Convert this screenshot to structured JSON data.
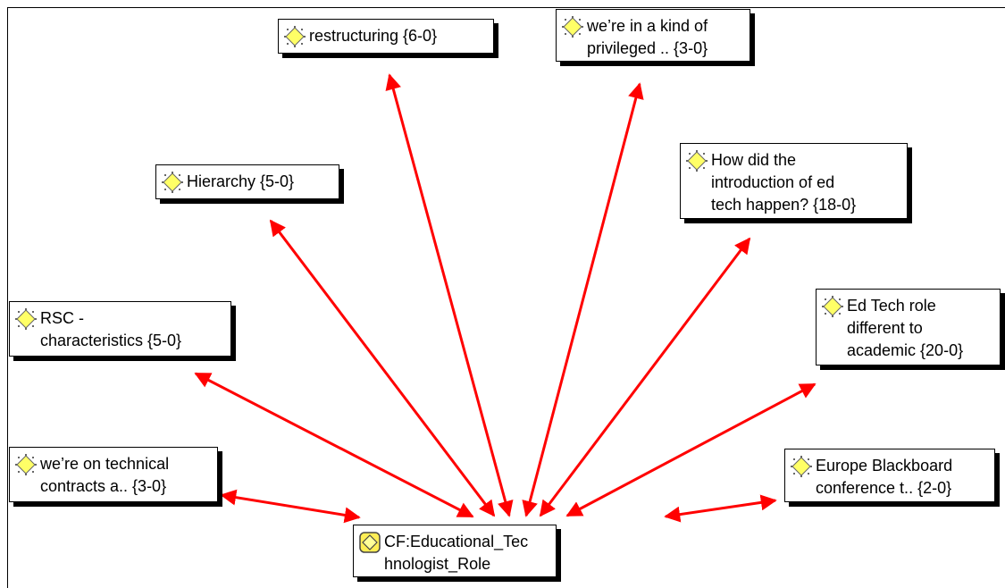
{
  "accent_color": "#ff0000",
  "nodes": {
    "restructuring": "restructuring {6-0}",
    "privileged": "we’re in a kind of\nprivileged .. {3-0}",
    "hierarchy": "Hierarchy {5-0}",
    "introduction": "How did the\nintroduction of ed\ntech happen? {18-0}",
    "rsc": "RSC -\ncharacteristics {5-0}",
    "edtech_role": "Ed Tech role\ndifferent to\nacademic {20-0}",
    "technical": "we’re on technical\ncontracts a.. {3-0}",
    "europe": "Europe Blackboard\nconference t.. {2-0}",
    "center": "CF:Educational_Tec\nhnologist_Role"
  },
  "icons": {
    "code": "code-icon",
    "family": "code-family-icon"
  }
}
